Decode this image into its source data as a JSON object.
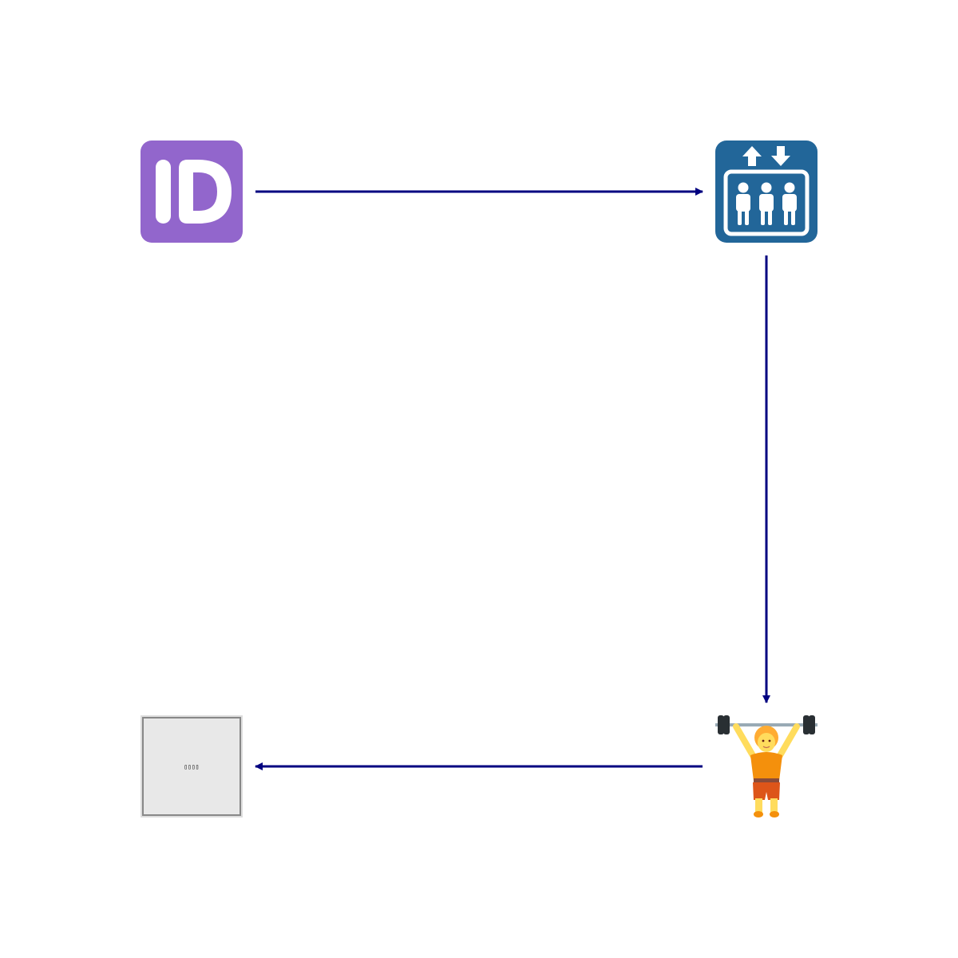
{
  "diagram": {
    "nodes": [
      {
        "id": "id-button",
        "icon": "id-button-icon"
      },
      {
        "id": "elevator",
        "icon": "elevator-icon"
      },
      {
        "id": "weightlifter",
        "icon": "person-lifting-weights-icon"
      },
      {
        "id": "unknown",
        "icon": "missing-glyph-placeholder-icon",
        "label": "▯▯▯▯"
      }
    ],
    "edges": [
      {
        "from": "id-button",
        "to": "elevator"
      },
      {
        "from": "elevator",
        "to": "weightlifter"
      },
      {
        "from": "weightlifter",
        "to": "unknown"
      }
    ],
    "colors": {
      "arrow": "#000080",
      "id_button": "#9266CC",
      "elevator": "#226699",
      "placeholder_fill": "#E8E8E8",
      "placeholder_border": "#888888"
    }
  }
}
